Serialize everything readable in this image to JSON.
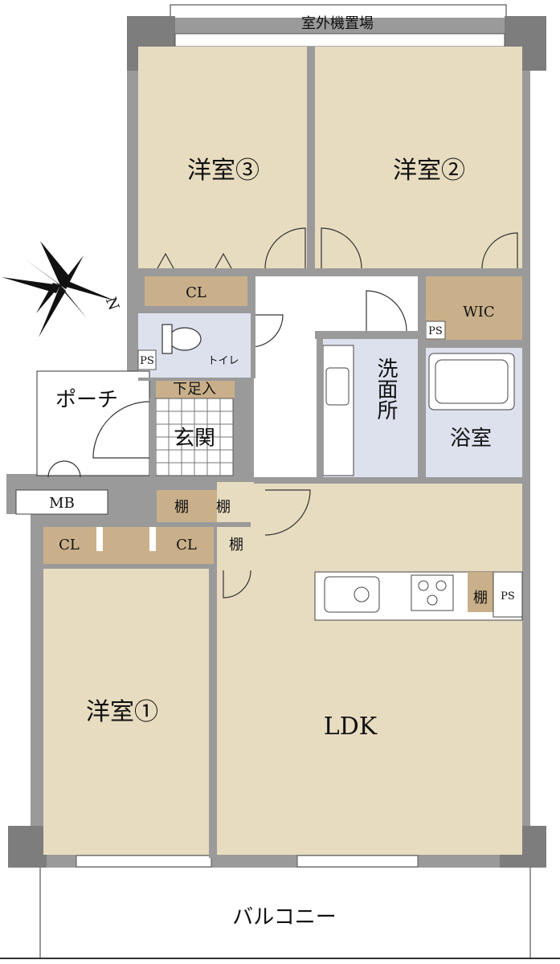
{
  "labels": {
    "outdoor_unit": "室外機置場",
    "room3": "洋室③",
    "room2": "洋室②",
    "room1": "洋室①",
    "cl": "CL",
    "wic": "WIC",
    "toilet": "トイレ",
    "ps": "PS",
    "porch": "ポーチ",
    "shoe": "下足入",
    "entrance": "玄関",
    "mb": "MB",
    "shelf": "棚",
    "washroom": "洗面所",
    "bath": "浴室",
    "ldk": "LDK",
    "balcony": "バルコニー",
    "north": "N"
  },
  "colors": {
    "room_floor": "#e8dcc0",
    "closet": "#c9b08a",
    "wet_area": "#dde1ee",
    "wall": "#9a9a9a",
    "wall_dark": "#7d7d7d",
    "white": "#ffffff"
  }
}
